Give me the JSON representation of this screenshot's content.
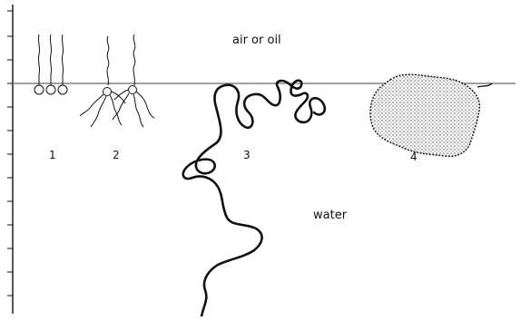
{
  "labels": {
    "top_phase": "air or oil",
    "bottom_phase": "water",
    "items": [
      "1",
      "2",
      "3",
      "4"
    ]
  },
  "style": {
    "ink": "#111111",
    "interface_line": "#6b6b6b",
    "blob_fill": "#d9d9d9"
  }
}
